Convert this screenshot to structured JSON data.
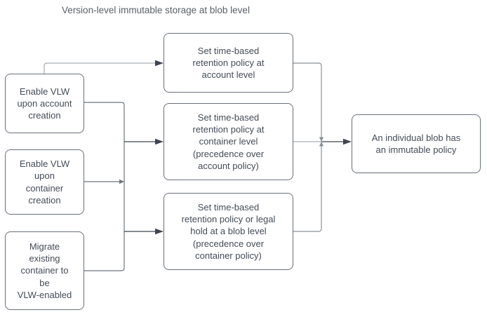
{
  "title": "Version-level immutable storage at blob level",
  "colors": {
    "box_border": "#686f7a",
    "box_text": "#444b57",
    "wire_light": "#a9aeb3",
    "wire_medium": "#6e757d",
    "wire_dark": "#3e4551"
  },
  "nodes": {
    "enable_vlw_account": {
      "text": "Enable VLW\nupon account\ncreation"
    },
    "enable_vlw_container": {
      "text": "Enable VLW\nupon\ncontainer\ncreation"
    },
    "migrate_existing_container": {
      "text": "Migrate\nexisting\ncontainer to\nbe\nVLW-enabled"
    },
    "retention_account_level": {
      "text": "Set time-based\nretention policy at\naccount level"
    },
    "retention_container_level": {
      "text": "Set time-based\nretention policy at\ncontainer level\n(precedence over\naccount policy)"
    },
    "retention_blob_level": {
      "text": "Set time-based\nretention policy or legal\nhold at a blob level\n(precedence over\ncontainer policy)"
    },
    "individual_blob": {
      "text": "An individual blob has\nan immutable policy"
    }
  },
  "edges": [
    {
      "from": "enable_vlw_account",
      "to": "retention_account_level"
    },
    {
      "from": "enable_vlw_account",
      "to": "retention_container_level"
    },
    {
      "from": "enable_vlw_container",
      "to": "retention_container_level"
    },
    {
      "from": "enable_vlw_container",
      "to": "retention_blob_level"
    },
    {
      "from": "migrate_existing_container",
      "to": "retention_blob_level"
    },
    {
      "from": "retention_account_level",
      "to": "individual_blob"
    },
    {
      "from": "retention_container_level",
      "to": "individual_blob"
    },
    {
      "from": "retention_blob_level",
      "to": "individual_blob"
    }
  ]
}
